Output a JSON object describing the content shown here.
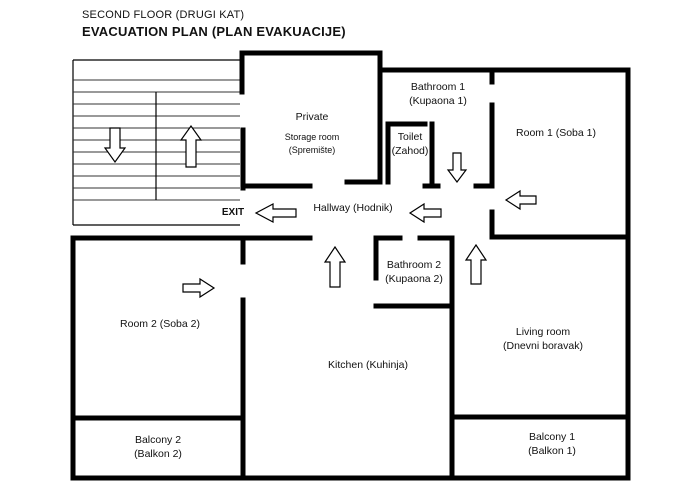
{
  "header": {
    "floor": "SECOND FLOOR (DRUGI KAT)",
    "title": "EVACUATION PLAN (PLAN EVAKUACIJE)"
  },
  "rooms": {
    "private": "Private",
    "storage_room": "Storage room",
    "storage_room_local": "(Spremište)",
    "bathroom1": "Bathroom 1",
    "bathroom1_local": "(Kupaona 1)",
    "toilet": "Toilet",
    "toilet_local": "(Zahod)",
    "room1": "Room 1 (Soba 1)",
    "hallway": "Hallway (Hodnik)",
    "exit": "EXIT",
    "bathroom2": "Bathroom 2",
    "bathroom2_local": "(Kupaona 2)",
    "room2": "Room 2 (Soba 2)",
    "kitchen": "Kitchen (Kuhinja)",
    "living_room": "Living room",
    "living_room_local": "(Dnevni boravak)",
    "balcony2": "Balcony 2",
    "balcony2_local": "(Balkon 2)",
    "balcony1": "Balcony 1",
    "balcony1_local": "(Balkon 1)"
  }
}
